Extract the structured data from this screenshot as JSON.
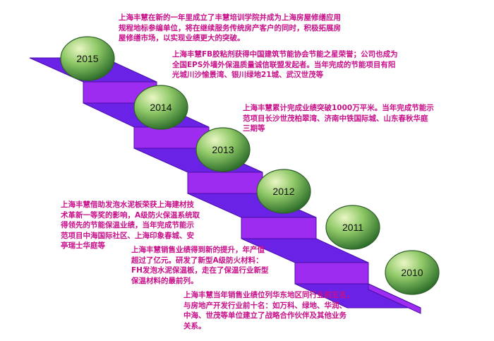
{
  "colors": {
    "stair_front": "#9d2cf0",
    "stair_top": "#6a22e6",
    "stair_edge": "#4a0fa8",
    "ball_light": "#eaf6c4",
    "ball_mid": "#90c968",
    "ball_dark": "#2c6d2a",
    "text": "#c8108a"
  },
  "milestones": [
    {
      "year": "2015",
      "text": "上海丰慧在新的一年里成立了丰慧培训学院并成为上海房屋修缮应用\n规程地标参编单位，将在继续服务传统房产客户的同时，积极拓展房\n屋修缮市场，以实现业绩更大的突破。"
    },
    {
      "year": "2014",
      "text": "上海丰慧FB胶粘剂获得中国建筑节能协会节能之星荣誉；公司也成为\n全国EPS外墙外保温质量诚信联盟发起者。当年完成的节能项目有阳\n光城川沙愉景湾、银川绿地21城、武汉世茂等"
    },
    {
      "year": "2013",
      "text": "上海丰慧累计完成业绩突破1000万平米。当年完成节能示\n范项目长沙世茂柏翠湾、济南中铁国际城、山东春秋华庭\n三期等"
    },
    {
      "year": "2012",
      "text": "上海丰慧借助发泡水泥板荣获上海建材技\n术革新一等奖的影响，A级防火保温系统取\n得领先的节能保温业绩，当年完成节能示\n范项目中海国际社区、上海印象春城、安\n亭瑞士华庭等"
    },
    {
      "year": "2011",
      "text": "上海丰慧销售业绩得到新的提升，年产值\n超过了亿元。研发了新型A级防火材料：\nFH发泡水泥保温板，走在了保温行业新型\n保温材料的最前列。"
    },
    {
      "year": "2010",
      "text": "上海丰慧当年销售业绩位列华东地区同行业前五名，\n与房地产开发行业前十名：如万科、绿地、华润、\n中海、世茂等单位建立了战略合作伙伴及其他业务\n关系。"
    }
  ]
}
